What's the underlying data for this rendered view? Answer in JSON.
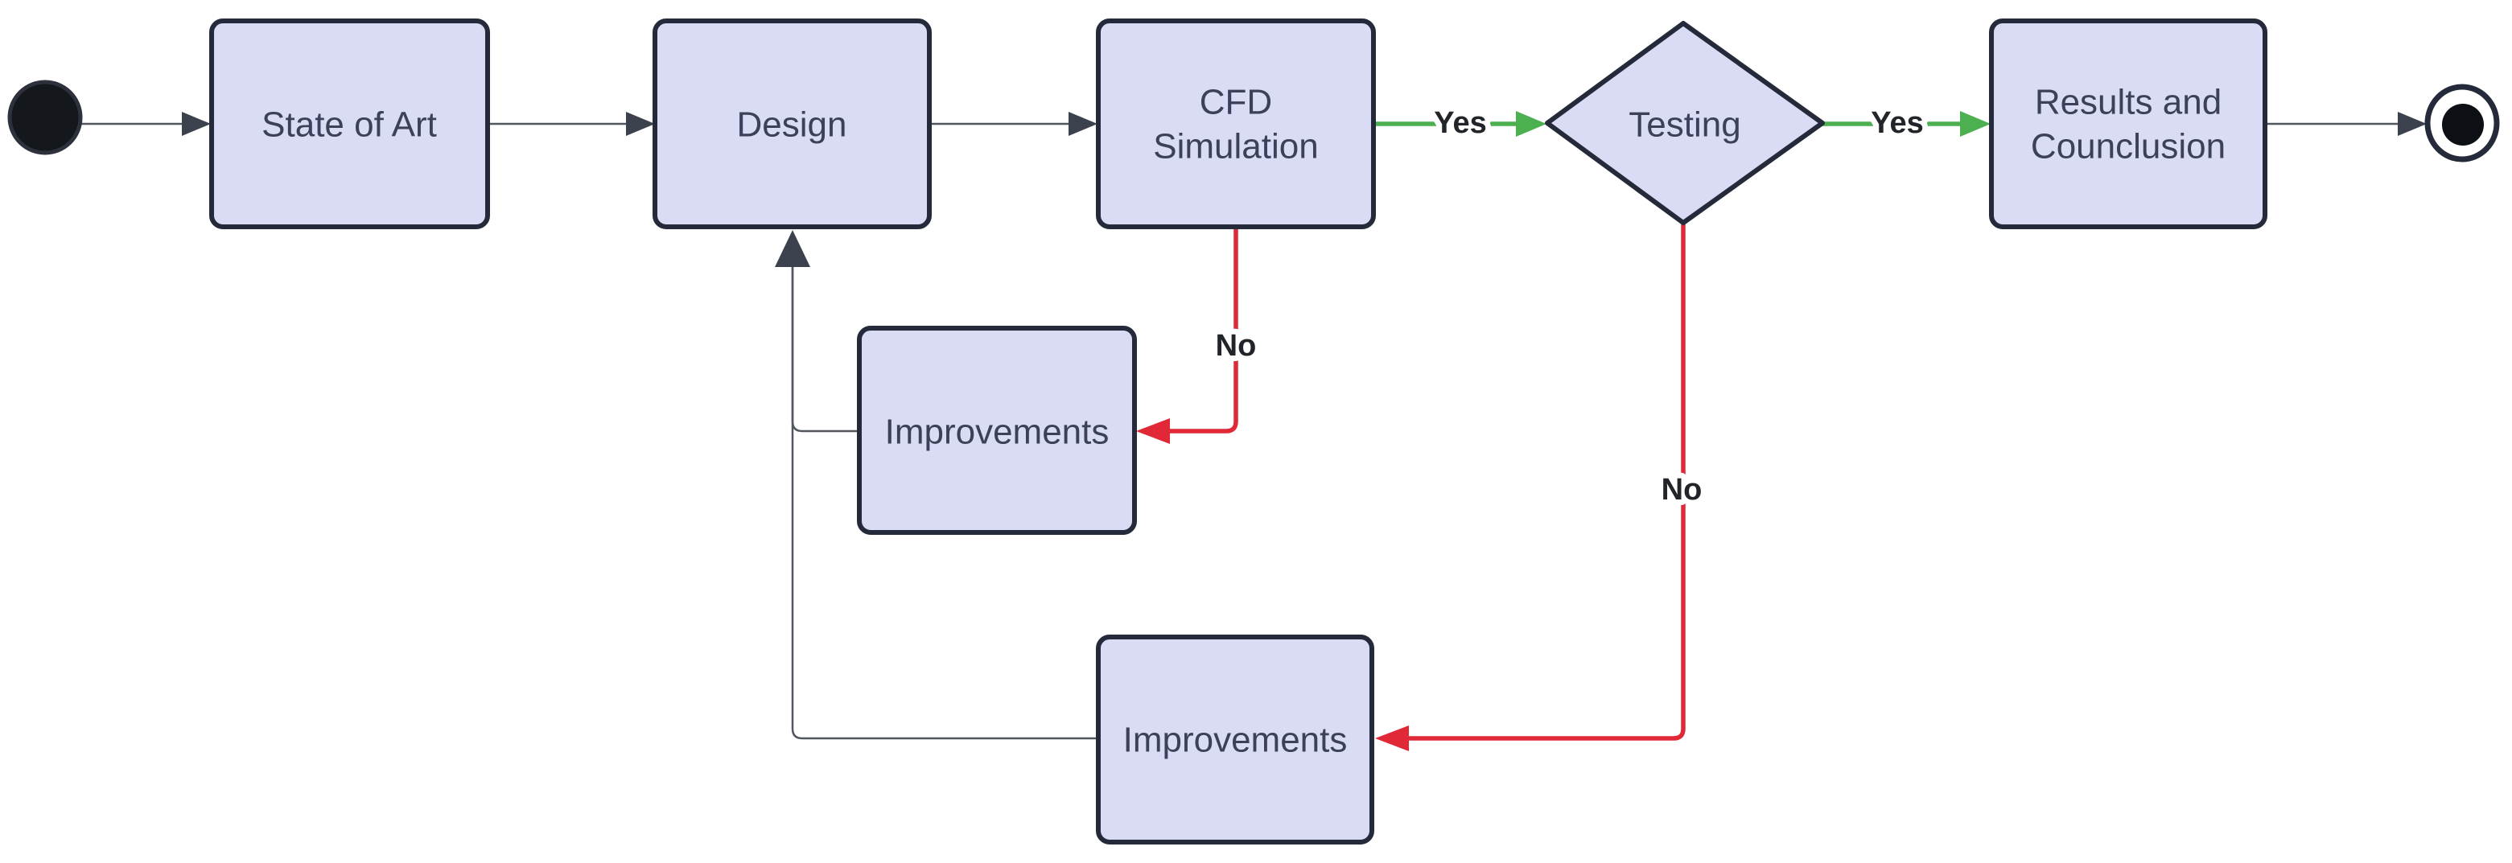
{
  "diagram": {
    "type": "flowchart",
    "background": "#ffffff",
    "nodes": {
      "start": {
        "kind": "start-state"
      },
      "state_of_art": {
        "label": "State of Art"
      },
      "design": {
        "label": "Design"
      },
      "cfd": {
        "label": "CFD Simulation",
        "lines": [
          "CFD",
          "Simulation"
        ]
      },
      "testing": {
        "label": "Testing",
        "kind": "decision"
      },
      "results": {
        "label": "Results and Counclusion",
        "lines": [
          "Results and",
          "Counclusion"
        ]
      },
      "improvements1": {
        "label": "Improvements"
      },
      "improvements2": {
        "label": "Improvements"
      },
      "end": {
        "kind": "end-state"
      }
    },
    "edges": {
      "start_to_state": {
        "label": ""
      },
      "state_to_design": {
        "label": ""
      },
      "design_to_cfd": {
        "label": ""
      },
      "cfd_to_testing": {
        "label": "Yes"
      },
      "testing_to_results": {
        "label": "Yes"
      },
      "results_to_end": {
        "label": ""
      },
      "cfd_to_improvements1": {
        "label": "No"
      },
      "testing_to_improvements2": {
        "label": "No"
      },
      "improvements1_to_design": {
        "label": ""
      },
      "improvements2_to_design": {
        "label": ""
      }
    },
    "colors": {
      "node_fill": "#dadcf6",
      "node_stroke": "#242a3a",
      "node_text": "#3b4158",
      "connector": "#51565f",
      "arrow_dark": "#3c424d",
      "yes_green": "#4caf50",
      "no_red": "#e02836",
      "label_text": "#212429",
      "halo": "#ffffff"
    }
  }
}
